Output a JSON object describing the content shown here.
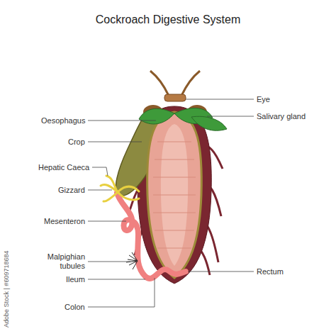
{
  "diagram": {
    "title": "Cockroach Digestive System",
    "labels": [
      "Eye",
      "Salivary gland",
      "Oesophagus",
      "Crop",
      "Hepatic Caeca",
      "Gizzard",
      "Mesenteron",
      "Malpighian tubules",
      "Ileum",
      "Colon",
      "Rectum",
      "Adobe Stock | #609718684"
    ]
  }
}
